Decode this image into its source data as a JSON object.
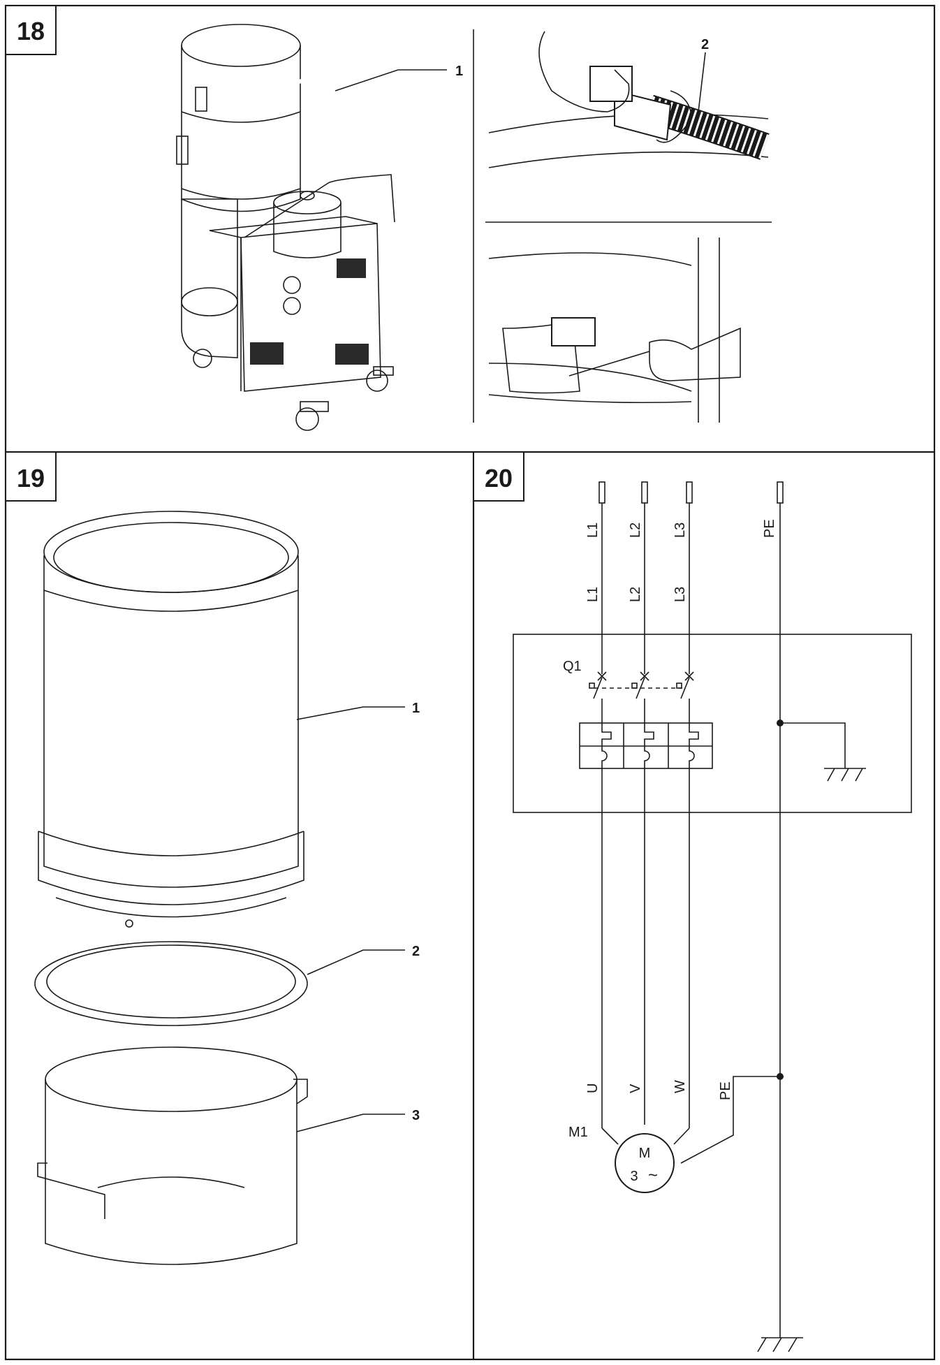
{
  "figures": [
    {
      "number": "18",
      "callouts": [
        "1",
        "2"
      ]
    },
    {
      "number": "19",
      "callouts": [
        "1",
        "2",
        "3"
      ]
    },
    {
      "number": "20"
    }
  ],
  "schematic": {
    "supply_labels": [
      "L1",
      "L2",
      "L3",
      "PE"
    ],
    "line_labels": [
      "L1",
      "L2",
      "L3"
    ],
    "breaker_label": "Q1",
    "motor_terminals": [
      "U",
      "V",
      "W",
      "PE"
    ],
    "motor_ref": "M1",
    "motor_symbol": "M",
    "motor_phase": "3",
    "motor_ac_symbol": "~"
  }
}
